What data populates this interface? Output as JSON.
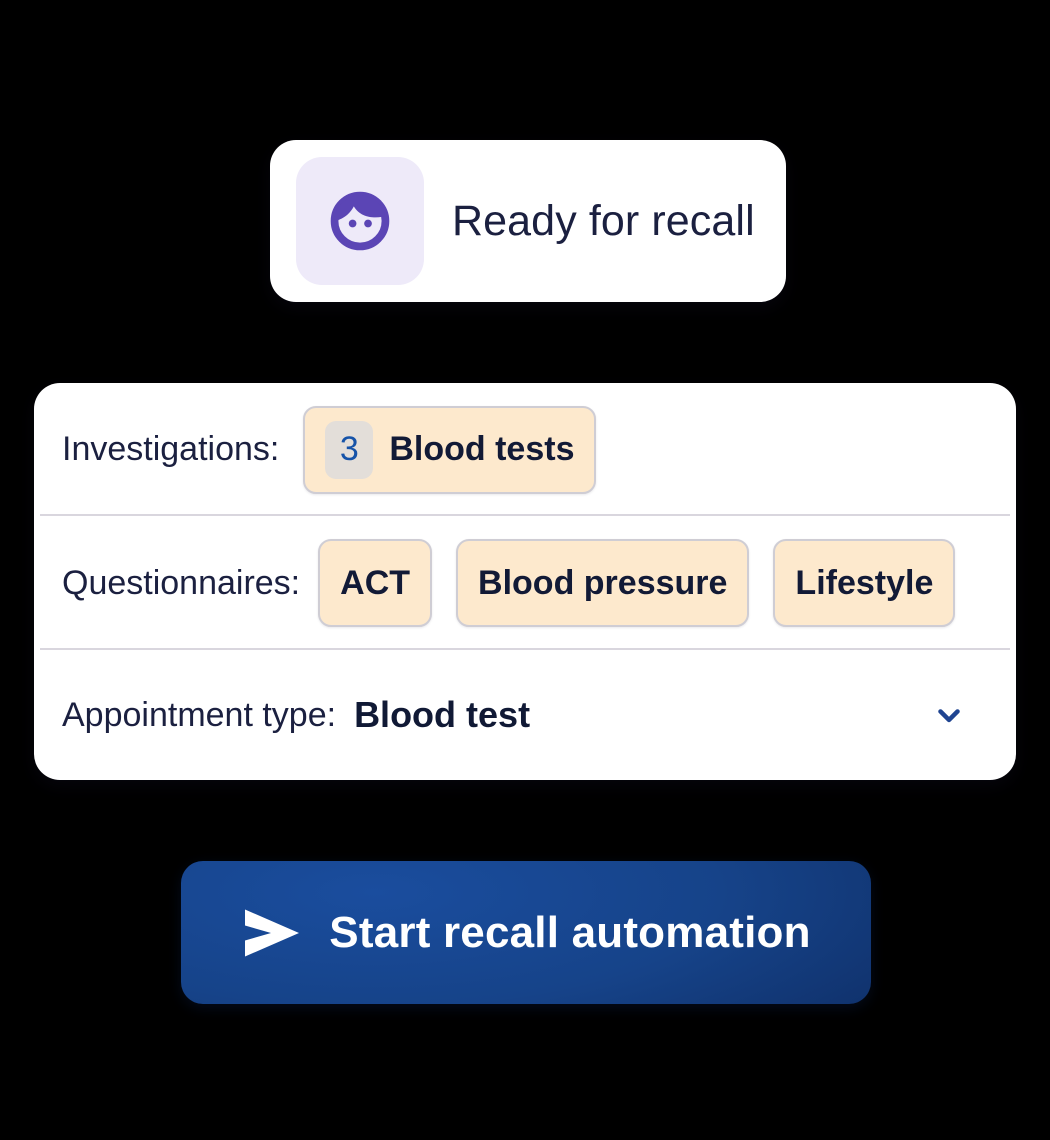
{
  "status_card": {
    "icon": "person-avatar-icon",
    "label": "Ready for recall",
    "icon_color": "#5b45b5",
    "icon_tile_color": "#eeeaf9"
  },
  "detail_card": {
    "rows": [
      {
        "label": "Investigations:",
        "chips": [
          {
            "count": "3",
            "text": "Blood tests"
          }
        ]
      },
      {
        "label": "Questionnaires:",
        "chips": [
          {
            "text": "ACT"
          },
          {
            "text": "Blood pressure"
          },
          {
            "text": "Lifestyle"
          }
        ]
      }
    ],
    "appointment": {
      "label": "Appointment type:",
      "value": "Blood test",
      "chevron": "chevron-down-icon"
    },
    "chip_fill_color": "#fde9cd",
    "chip_border_color": "#cfcdd4",
    "count_badge_color": "#e3ded9",
    "count_text_color": "#1653a8",
    "divider_color": "#d9d6de"
  },
  "cta": {
    "icon": "send-icon",
    "label": "Start recall automation",
    "text_color": "#ffffff",
    "gradient_from": "#1a4d9e",
    "gradient_to": "#0b2454"
  }
}
